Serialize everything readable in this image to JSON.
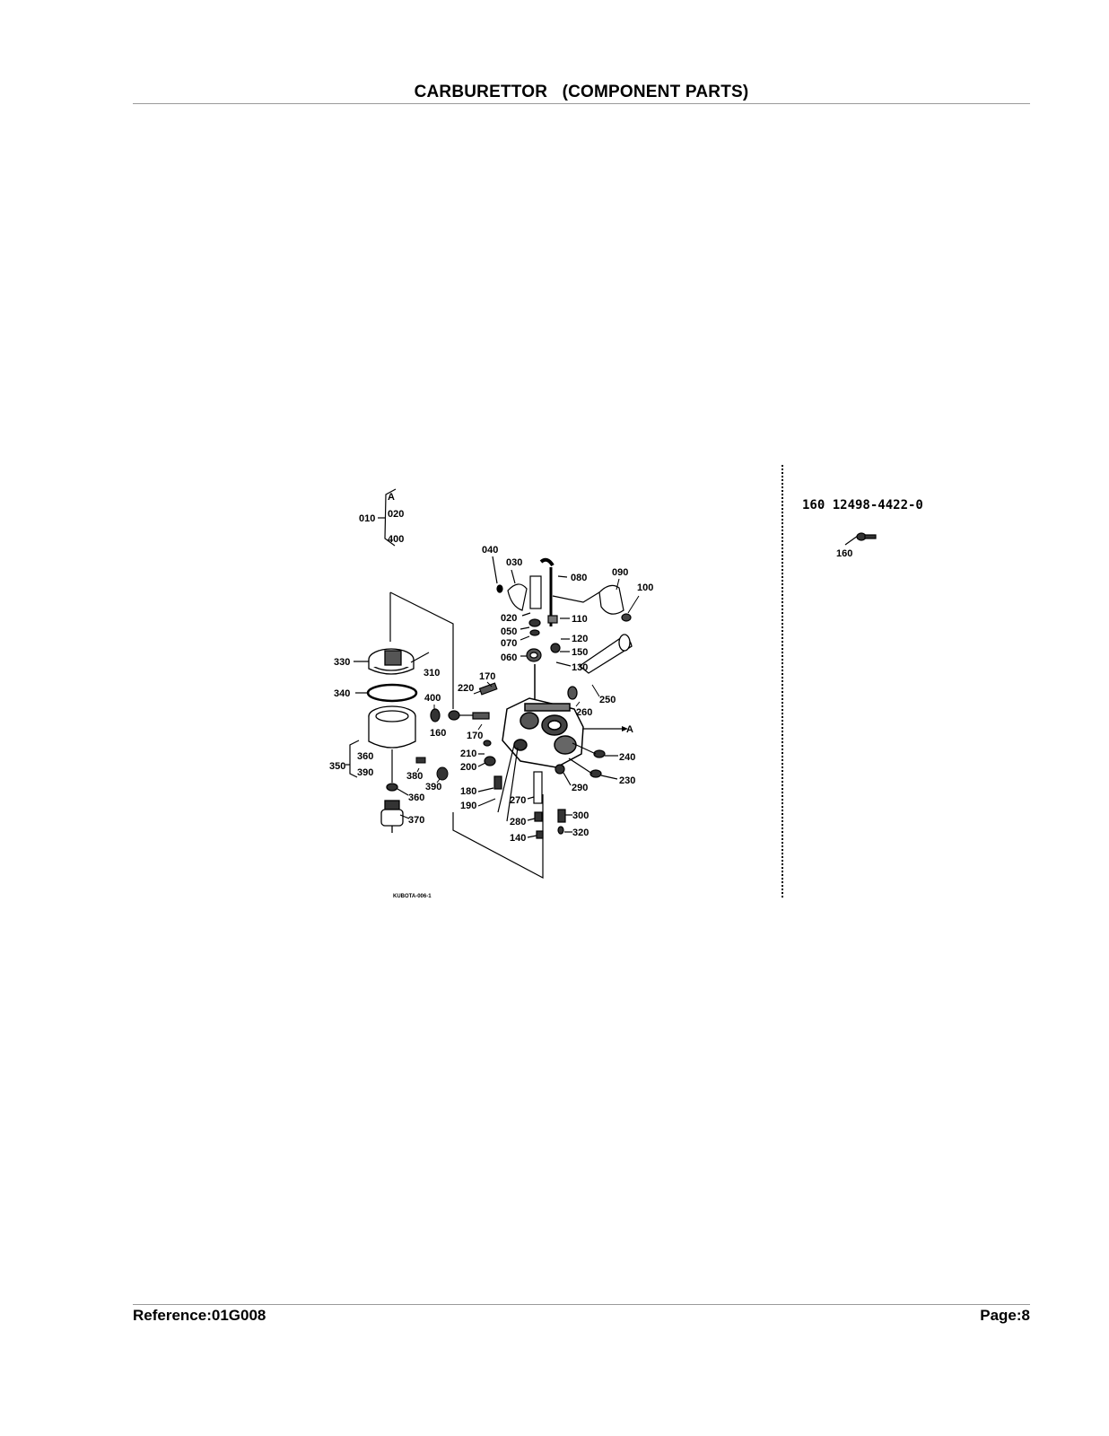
{
  "header": {
    "title": "CARBURETTOR   (COMPONENT PARTS)"
  },
  "footer": {
    "reference": "Reference:01G008",
    "page": "Page:8"
  },
  "diagram": {
    "set_bracket": {
      "main": "010",
      "items": [
        "A",
        "020",
        "400"
      ]
    },
    "callouts": [
      "040",
      "030",
      "080",
      "090",
      "100",
      "020",
      "110",
      "050",
      "070",
      "120",
      "150",
      "060",
      "130",
      "330",
      "310",
      "170",
      "220",
      "250",
      "340",
      "400",
      "260",
      "A",
      "160",
      "170",
      "240",
      "210",
      "200",
      "230",
      "350",
      "380",
      "390",
      "290",
      "180",
      "270",
      "190",
      "360",
      "300",
      "280",
      "320",
      "140",
      "370"
    ],
    "sub_bracket": {
      "main": "350",
      "items": [
        "360",
        "390"
      ]
    },
    "drawing_code": "KUBOTA-006-1"
  },
  "alternate": {
    "label": "160 12498-4422-0",
    "callout": "160"
  }
}
